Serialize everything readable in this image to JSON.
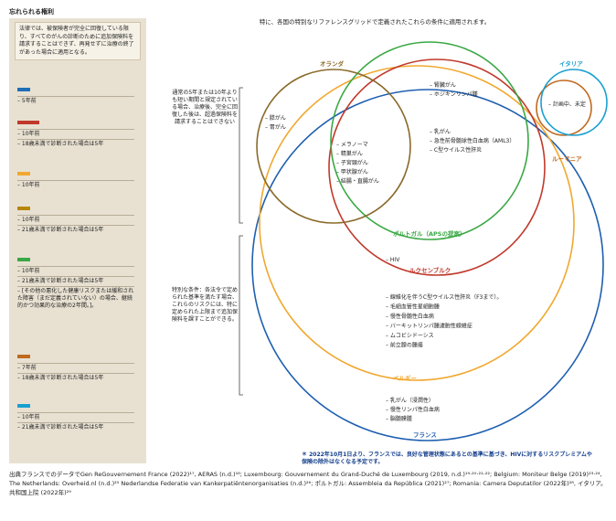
{
  "title": "忘れられる権利",
  "sidebar": {
    "intro": "法律では、被保険者が完全に回復している限り、すべてのがんの診断のために追加保険料を請求することはできず、再発せずに治療の終了があった場合に適用となる。",
    "groups": [
      {
        "color": "#1f6fb8",
        "lines": [
          "– 5年前"
        ]
      },
      {
        "color": "#c0392b",
        "lines": [
          "– 10年前",
          "– 18歳未満で診断された場合は5年"
        ]
      },
      {
        "color": "#f0a830",
        "lines": [
          "– 10年前"
        ]
      },
      {
        "color": "#b8860b",
        "lines": [
          "– 10年前",
          "– 21歳未満で診断された場合は5年"
        ]
      },
      {
        "color": "#3aa845",
        "lines": [
          "– 10年前",
          "– 21歳未満で診断された場合は5年",
          "– [その他の悪化した健康リスクまたは緩和された障害（まだ定義されていない）の場合、継続的かつ効果的な治療の2年間。]。"
        ]
      },
      {
        "color": "#c06a20",
        "lines": [
          "– 7年前",
          "– 18歳未満で診断された場合は5年"
        ]
      },
      {
        "color": "#1aa0d0",
        "lines": [
          "– 10年前",
          "– 21歳未満で診断された場合は5年"
        ]
      }
    ]
  },
  "top_heading": "特に、各国の特別なリファレンスグリッドで定義されたこれらの条件に適用されます。",
  "notes": {
    "upper": "通常の5年または10年よりも短い期間と規定されている場合、治療後、完全に回復した後は、超過保険料を請求することはできない",
    "lower": "特別な条件：各法令で定められた基準を満たす場合、これらのリスクには、特に定められた上限まで追加保険料を課すことができる。"
  },
  "circles": {
    "netherlands": {
      "label": "オランダ",
      "color": "#8a6a2a"
    },
    "italy": {
      "label": "イタリア",
      "color": "#1aa0d0"
    },
    "romania": {
      "label": "ルーマニア",
      "color": "#c06a20"
    },
    "portugal": {
      "label": "ポルトガル（APSの提案）",
      "color": "#3aa845"
    },
    "luxembourg": {
      "label": "ルクセンブルク",
      "color": "#c0392b"
    },
    "belgium": {
      "label": "ベルギー",
      "color": "#f0a830"
    },
    "france": {
      "label": "フランス",
      "color": "#1f5fb0"
    }
  },
  "items": {
    "netherlands_only": [
      "– 膵がん",
      "– 胃がん"
    ],
    "core": [
      "– メラノーマ",
      "– 精巣がん",
      "– 子宮頸がん",
      "– 甲状腺がん",
      "– 結腸・直腸がん"
    ],
    "luxembourg_top": [
      "– 腎臓がん",
      "– ホジキンリンパ腫"
    ],
    "middle": [
      "– 乳がん",
      "– 急性前骨髄球性白血病（AML3）",
      "– C型ウイルス性肝炎"
    ],
    "italy": [
      "– 計画中、未定"
    ],
    "hiv": [
      "– HIV"
    ],
    "france_mid": [
      "– 線維化を伴うC型ウイルス性肝炎（F3まで）。",
      "– 毛細血管性星細胞腫",
      "– 慢性骨髄性白血病",
      "– バーキットリンパ腫濾胞性線維症",
      "– ムコビシドーシス",
      "– 前立腺の腫瘍"
    ],
    "france_low": [
      "– 乳がん（浸潤性）",
      "– 慢性リンパ性白血病",
      "– 脳髄膜腫"
    ]
  },
  "footnote": "＊ 2022年10月1日より、フランスでは、良好な管理状態にあるとの基準に基づき、HIVに対するリスクプレミアムや保険の除外はなくなる予定です。",
  "source": "出典フランスでのデータでGen ReGouvernement France (2022)¹⁷, AERAS (n.d.)¹⁸; Luxembourg: Gouvernement du Grand-Duché de Luxembourg (2019, n.d.)¹⁹·²⁰·²¹·²²; Belgium: Moniteur Belge (2019)²³·²⁴, The Netherlands: Overheid.nl (n.d.)²⁵ Nederlandse Federatie van Kankerpatiëntenorganisaties (n.d.)²⁶; ポルトガル: Assembleia da República (2021)²⁷; Romania: Camera Deputatilor (2022年)²⁸, イタリア。共和国上院 (2022年)²⁹"
}
